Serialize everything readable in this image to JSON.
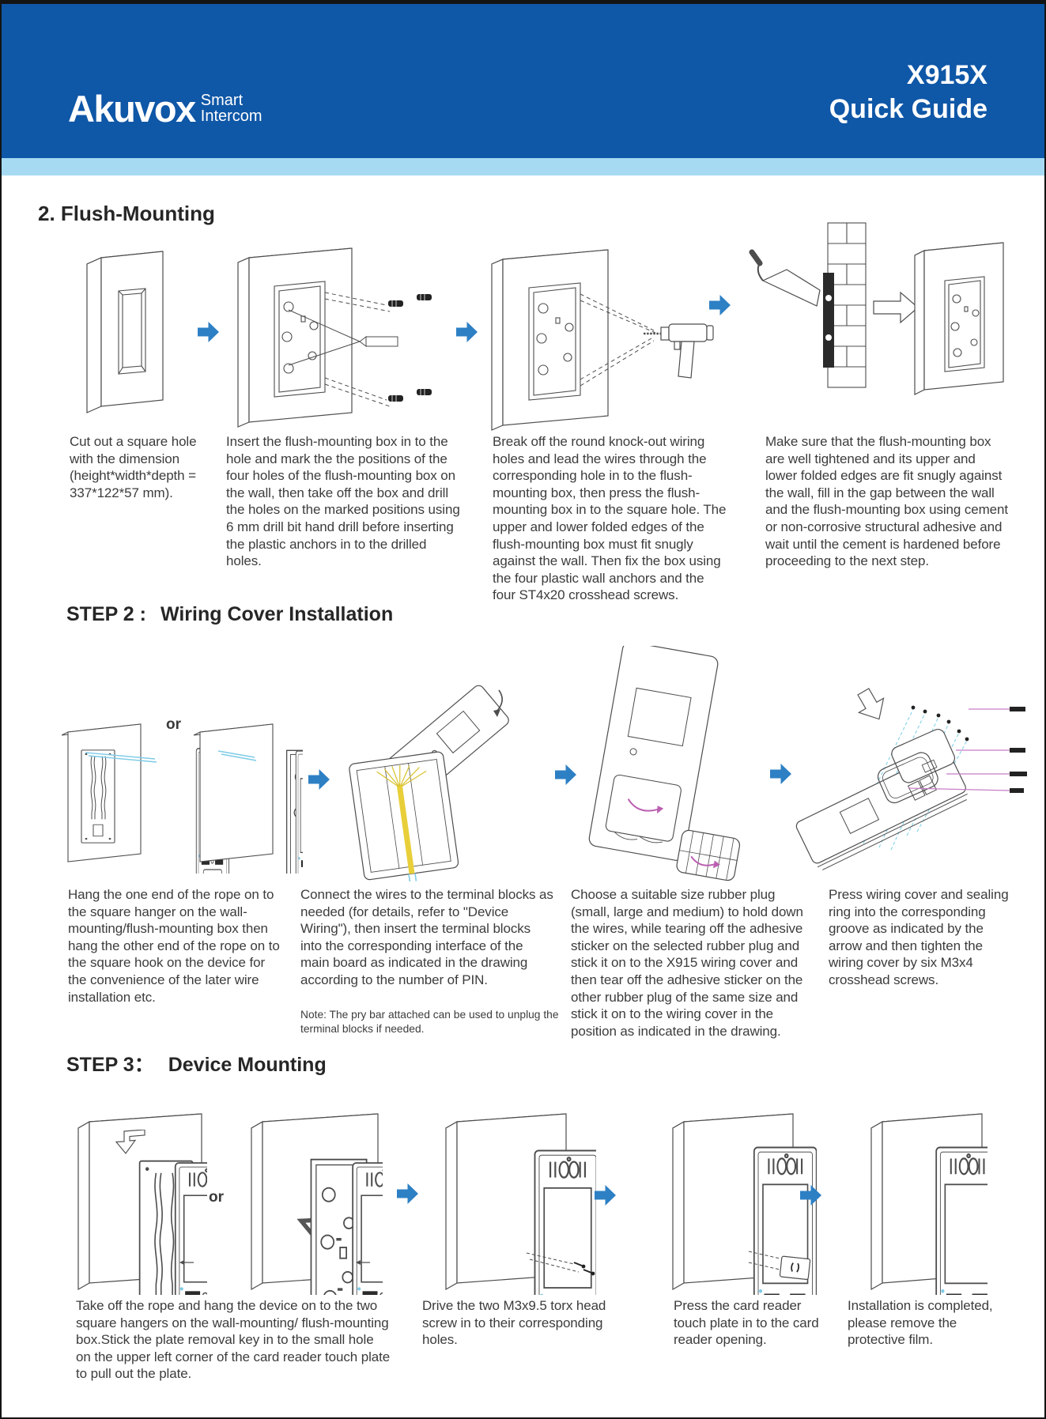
{
  "header": {
    "brand": "Akuvox",
    "tagline_line1": "Smart",
    "tagline_line2": "Intercom",
    "model": "X915X",
    "doc_title": "Quick Guide"
  },
  "labels": {
    "or": "or"
  },
  "colors": {
    "header_bg": "#0f57a7",
    "header_strip": "#a6daf3",
    "arrow_blue": "#2e80c4",
    "body_text": "#3c3c3c",
    "rope_cyan": "#7ecbe8",
    "wire_yellow": "#e8cf3a",
    "label_pink": "#c87ec8"
  },
  "sections": {
    "flush": {
      "title": "2. Flush-Mounting",
      "steps": [
        "Cut out a square hole with the dimension (height*width*depth = 337*122*57 mm).",
        "Insert the flush-mounting box in to the hole and mark the the positions of the four holes of the flush-mounting box on the wall, then take off the box and drill the holes on the marked positions using 6 mm drill bit hand drill before inserting the plastic anchors in to the drilled holes.",
        "Break off the round knock-out wiring holes and lead the wires through the corresponding hole in to the flush-mounting box, then press the flush-mounting box in to the square hole. The upper and lower folded edges of the flush-mounting box must fit snugly against the wall. Then fix the box using the four plastic wall anchors and the four ST4x20 crosshead screws.",
        "Make sure that the flush-mounting box are well tightened and its upper and lower folded edges are fit snugly against the wall, fill in the gap between the wall and the flush-mounting box using cement or non-corrosive structural adhesive and wait until the cement is hardened before proceeding to the next step."
      ]
    },
    "step2": {
      "title_prefix": "STEP 2 :",
      "title": "Wiring Cover Installation",
      "steps": [
        "Hang the one end of the rope on to the square hanger on the wall-mounting/flush-mounting box then hang the other end of the rope on to the square hook on the device for the convenience of the later wire installation etc.",
        "Connect the wires to the terminal blocks as needed (for details, refer to \"Device Wiring\"), then insert the terminal blocks into the corresponding interface of the main board as indicated in the drawing according to the number of PIN.",
        "Choose a suitable size rubber plug (small, large and medium) to hold down the wires, while tearing off the adhesive sticker on the selected rubber plug and stick it on to the X915 wiring cover and then tear off the adhesive sticker on the other rubber plug of the same size and stick it on to the wiring cover in the position as indicated in the drawing.",
        "Press wiring cover and sealing ring into the corresponding groove as indicated by the arrow and then tighten the wiring cover by six M3x4 crosshead screws."
      ],
      "note": "Note: The pry bar attached can be used to unplug the terminal blocks if needed."
    },
    "step3": {
      "title_prefix": "STEP 3：",
      "title": "Device Mounting",
      "steps": [
        "Take off the rope and hang the device on to the two square hangers on the wall-mounting/ flush-mounting box.Stick the plate removal key in to the small hole on the upper left corner of the card reader touch plate to pull out the plate.",
        "Drive the two M3x9.5 torx head screw in to their corresponding holes.",
        "Press the card reader touch plate in to the card reader opening.",
        "Installation is completed, please remove the protective film."
      ]
    }
  }
}
